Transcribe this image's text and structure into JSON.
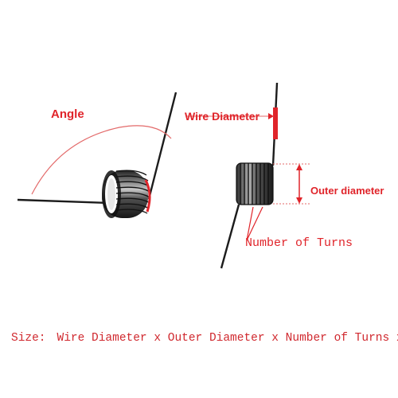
{
  "labels": {
    "angle": "Angle",
    "wire_diameter": "Wire Diameter",
    "outer_diameter": "Outer diameter",
    "number_of_turns": "Number of Turns"
  },
  "size_line": {
    "prefix": "Size:",
    "formula": "Wire Diameter x Outer Diameter x Number of Turns x Angel"
  },
  "colors": {
    "annotation_red": "#e0242a",
    "size_text_red": "#d0282e",
    "spring_dark": "#1c1c1c",
    "spring_highlight": "#cfcfcf",
    "guide_line": "#e36a6a"
  }
}
